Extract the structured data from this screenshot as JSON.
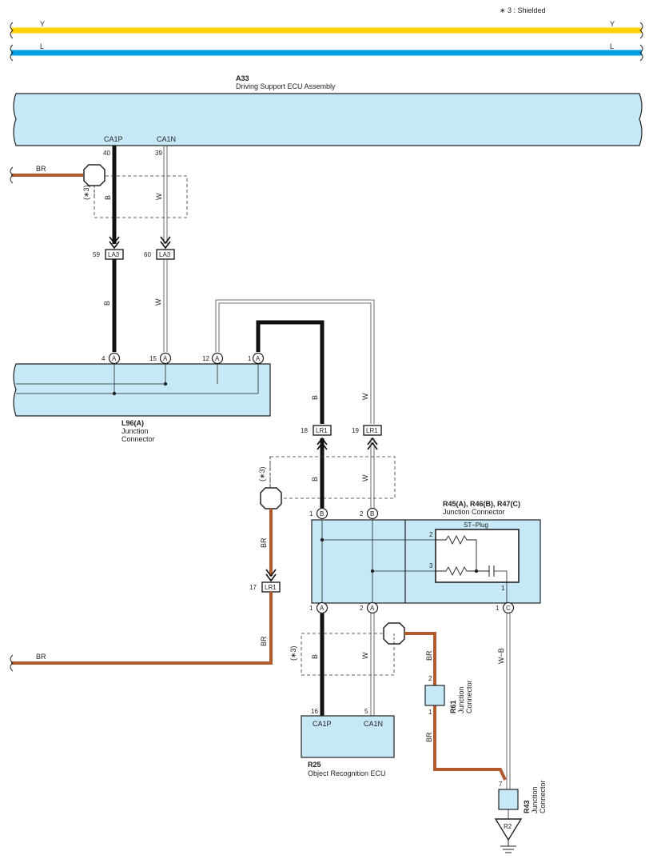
{
  "note": "∗ 3 : Shielded",
  "colors": {
    "yellow": "#ffd200",
    "blue": "#00a0e0",
    "brown": "#b05a30",
    "component_fill": "#c6e8f7",
    "wire_black": "#111111"
  },
  "bus": {
    "y_label": "Y",
    "l_label": "L"
  },
  "a33": {
    "id": "A33",
    "name": "Driving Support ECU Assembly",
    "pin40": "40",
    "pin39": "39",
    "term1": "CA1P",
    "term2": "CA1N"
  },
  "wires": {
    "br": "BR",
    "b": "B",
    "w": "W",
    "wb": "W−B",
    "shield": "(∗3)"
  },
  "la3": {
    "name": "LA3",
    "pin59": "59",
    "pin60": "60"
  },
  "l96": {
    "id": "L96(A)",
    "line1": "Junction",
    "line2": "Connector",
    "pin4": "4",
    "pin15": "15",
    "pin12": "12",
    "pin1": "1",
    "letter": "A"
  },
  "lr1": {
    "name": "LR1",
    "pin18": "18",
    "pin19": "19",
    "pin17": "17"
  },
  "r45": {
    "title": "R45(A), R46(B), R47(C)",
    "subtitle": "Junction Connector",
    "st_plug": "ST−Plug",
    "pin1": "1",
    "pin2": "2",
    "pin3": "3",
    "letterA": "A",
    "letterB": "B",
    "letterC": "C"
  },
  "r25": {
    "id": "R25",
    "name": "Object Recognition ECU",
    "pin16": "16",
    "pin5": "5",
    "term1": "CA1P",
    "term2": "CA1N"
  },
  "r61": {
    "id": "R61",
    "line1": "Junction",
    "line2": "Connector",
    "pin2": "2",
    "pin1": "1"
  },
  "r43": {
    "id": "R43",
    "line1": "Junction",
    "line2": "Connector",
    "pin7": "7"
  },
  "ground": {
    "id": "R2"
  }
}
